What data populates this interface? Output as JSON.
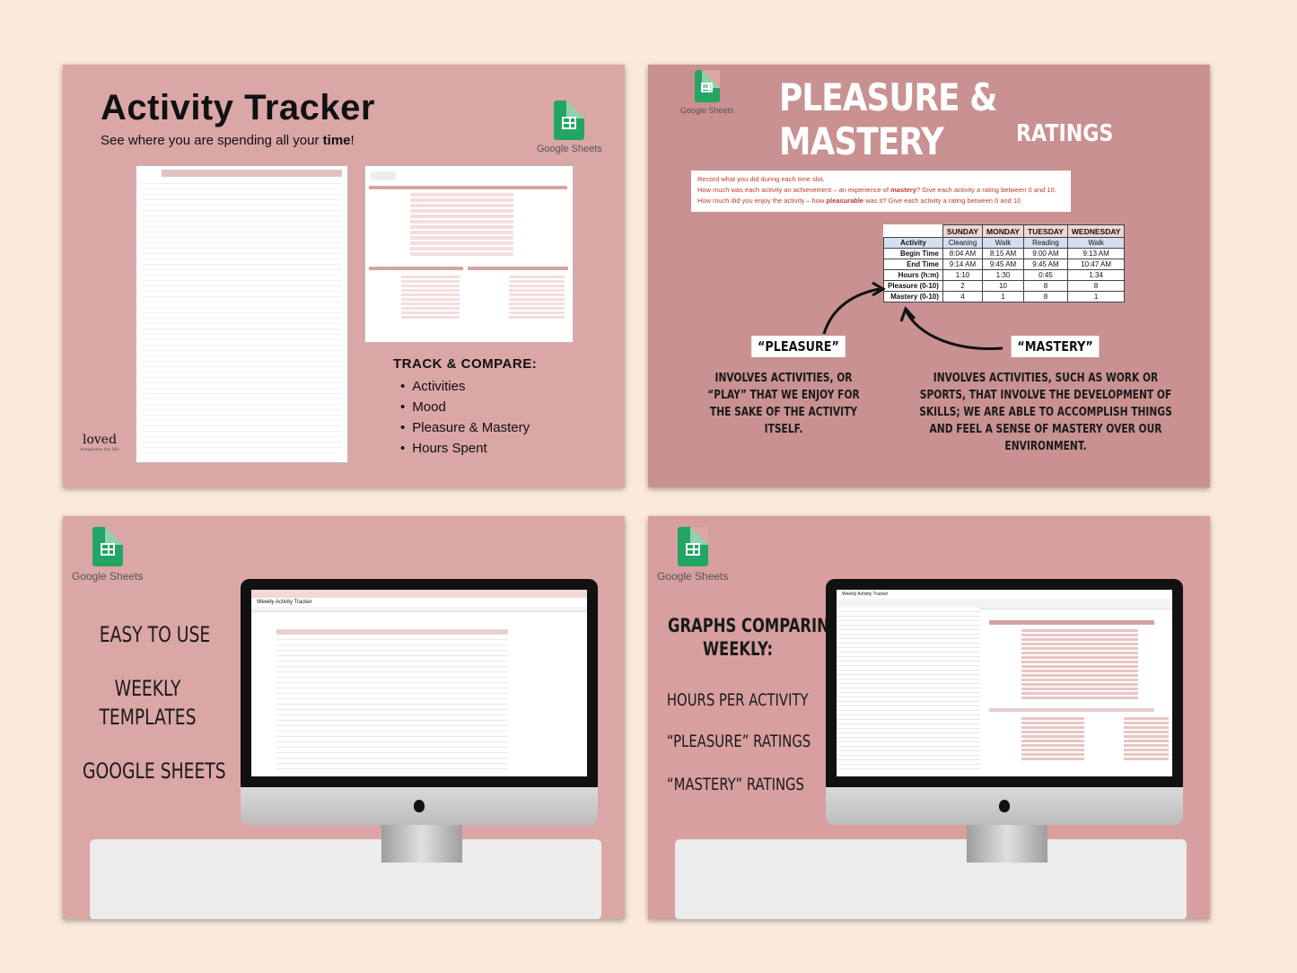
{
  "panel1": {
    "title": "Activity Tracker",
    "subtitle_pre": "See where you are spending all your ",
    "subtitle_bold": "time",
    "subtitle_post": "!",
    "gs_label": "Google Sheets",
    "track_title": "TRACK & COMPARE:",
    "track_items": [
      "Activities",
      "Mood",
      "Pleasure & Mastery",
      "Hours Spent"
    ],
    "logo_word": "loved",
    "logo_tag": "templates for life"
  },
  "panel2": {
    "gs_label": "Google Sheets",
    "title": "PLEASURE & MASTERY",
    "subtitle": "RATINGS",
    "note_line1": "Record what you did during each time slot.",
    "note_line2_pre": "How much was each activity an achievement – an experience of ",
    "note_line2_bold": "mastery",
    "note_line2_post": "? Give each activity a rating between 0 and 10.",
    "note_line3_pre": "How much did you enjoy the activity – how ",
    "note_line3_bold": "pleasurable",
    "note_line3_post": " was it? Give each activity a rating between 0 and 10",
    "table": {
      "days": [
        "SUNDAY",
        "MONDAY",
        "TUESDAY",
        "WEDNESDAY"
      ],
      "rows": [
        {
          "label": "Activity",
          "values": [
            "Cleaning",
            "Walk",
            "Reading",
            "Walk"
          ]
        },
        {
          "label": "Begin Time",
          "values": [
            "8:04 AM",
            "8:15 AM",
            "9:00 AM",
            "9:13 AM"
          ]
        },
        {
          "label": "End Time",
          "values": [
            "9:14 AM",
            "9:45 AM",
            "9:45 AM",
            "10:47 AM"
          ]
        },
        {
          "label": "Hours (h:m)",
          "values": [
            "1:10",
            "1:30",
            "0:45",
            "1:34"
          ]
        },
        {
          "label": "Pleasure (0-10)",
          "values": [
            "2",
            "10",
            "8",
            "8"
          ]
        },
        {
          "label": "Mastery (0-10)",
          "values": [
            "4",
            "1",
            "8",
            "1"
          ]
        }
      ]
    },
    "pleasure_tag": "“PLEASURE”",
    "mastery_tag": "“MASTERY”",
    "pleasure_desc": "INVOLVES ACTIVITIES, OR “PLAY” THAT WE ENJOY FOR THE SAKE OF THE ACTIVITY ITSELF.",
    "mastery_desc": "INVOLVES ACTIVITIES, SUCH AS WORK OR SPORTS, THAT INVOLVE THE DEVELOPMENT OF SKILLS; WE ARE ABLE TO ACCOMPLISH THINGS AND FEEL A SENSE OF MASTERY OVER OUR ENVIRONMENT."
  },
  "panel3": {
    "gs_label": "Google Sheets",
    "line1": "EASY TO USE",
    "line2": "WEEKLY",
    "line3": "TEMPLATES",
    "line4": "GOOGLE SHEETS",
    "sheet_title": "Weekly Activity Tracker"
  },
  "panel4": {
    "gs_label": "Google Sheets",
    "heading1": "GRAPHS COMPARING",
    "heading2": "WEEKLY:",
    "item1": "HOURS PER ACTIVITY",
    "item2": "“PLEASURE” RATINGS",
    "item3": "“MASTERY” RATINGS",
    "sheet_title": "Weekly Activity Tracker"
  },
  "colors": {
    "panel_pink": "#dba6a6",
    "panel_dark_pink": "#c99191",
    "background": "#fbe9dd",
    "sheets_green": "#23a566",
    "note_red": "#c0392b"
  },
  "icons": [
    "google-sheets-icon",
    "apple-logo-icon",
    "curved-arrow-icon"
  ]
}
